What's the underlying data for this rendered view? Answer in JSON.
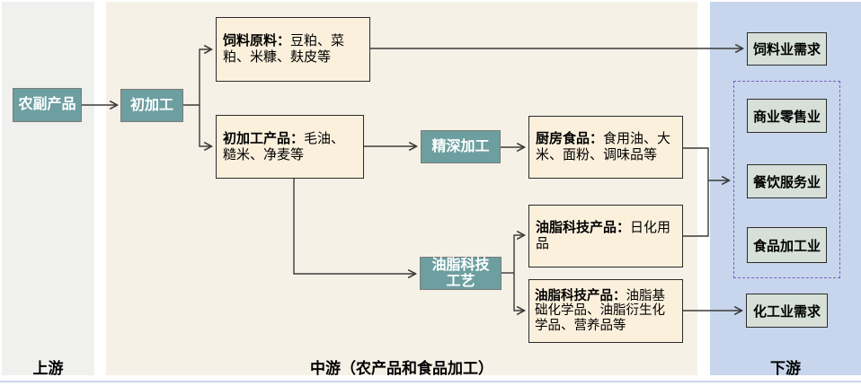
{
  "columns": {
    "upstream_label": "上游",
    "midstream_label": "中游（农产品和食品加工）",
    "downstream_label": "下游"
  },
  "nodes": {
    "agri_byproducts": "农副产品",
    "primary_processing": "初加工",
    "feed_materials_title": "饲料原料：",
    "feed_materials_items": "豆粕、菜粕、米糠、麸皮等",
    "primary_products_title": "初加工产品：",
    "primary_products_items": "毛油、糙米、净麦等",
    "deep_processing": "精深加工",
    "kitchen_food_title": "厨房食品：",
    "kitchen_food_items": "食用油、大米、面粉、调味品等",
    "oleo_process_line1": "油脂科技",
    "oleo_process_line2": "工艺",
    "oleo_daily_title": "油脂科技产品：",
    "oleo_daily_items": "日化用品",
    "oleo_chem_title": "油脂科技产品：",
    "oleo_chem_items": "油脂基础化学品、油脂衍生化学品、营养品等",
    "feed_demand": "饲料业需求",
    "retail": "商业零售业",
    "catering": "餐饮服务业",
    "food_processing": "食品加工业",
    "chemical_demand": "化工业需求"
  },
  "colors": {
    "upstream_bg": "#f0f0ef",
    "midstream_bg": "#f6f1e6",
    "downstream_bg": "#c7d6ec",
    "process_box": "#6d9fa1",
    "product_box": "#fbf0dc",
    "demand_box": "#d6e0d8",
    "dashed_border": "#7c5cc4",
    "connector_line": "#3a3a3a"
  }
}
